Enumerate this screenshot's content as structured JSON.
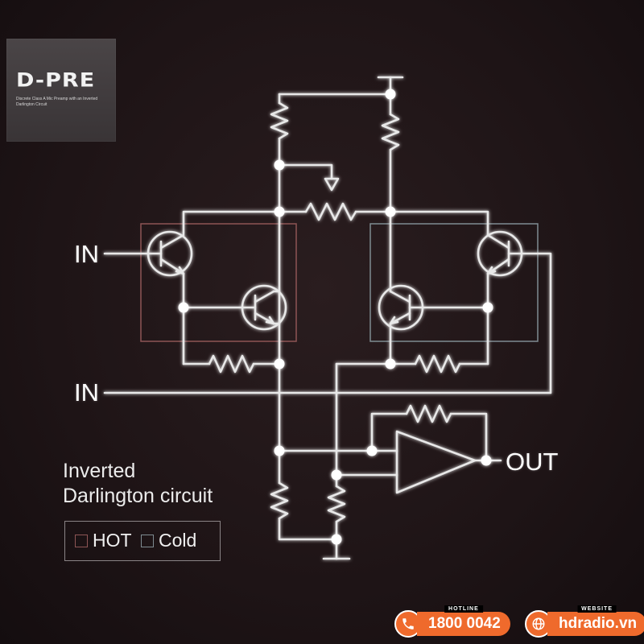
{
  "logo": {
    "title": "D-PRE",
    "subtitle": "Discrete Class A Mic Preamp with an Inverted Darlington Circuit"
  },
  "diagram": {
    "input_hot_label": "IN",
    "input_cold_label": "IN",
    "output_label": "OUT",
    "caption_line1": "Inverted",
    "caption_line2": "Darlington circuit",
    "legend_hot": "HOT",
    "legend_cold": "Cold",
    "colors": {
      "hot_box": "#8e5555",
      "cold_box": "#7f8c92",
      "wire": "#e8e8e8"
    }
  },
  "contact": {
    "hotline_label": "HOTLINE",
    "hotline_value": "1800 0042",
    "hotline_icon": "phone-icon",
    "website_label": "WEBSITE",
    "website_value": "hdradio.vn",
    "website_icon": "globe-icon",
    "accent": "#ef6a2c"
  }
}
